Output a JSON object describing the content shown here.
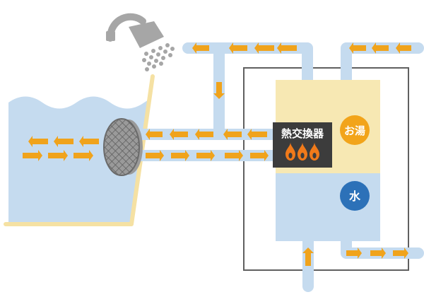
{
  "labels": {
    "heat_exchanger": "熱交換器",
    "hot_water": "お湯",
    "water": "水"
  },
  "colors": {
    "pipe": "#c5dbef",
    "bath_water": "#c5dbef",
    "tank_hot": "#f7e8b3",
    "tank_cold": "#c5dbef",
    "tank_frame": "#606060",
    "arrow": "#f0a31c",
    "heat_exchanger_box": "#3c3c3c",
    "flame": "#f07a1a",
    "hot_badge": "#f2a41a",
    "water_badge": "#2c71b8",
    "bathtub_rim": "#f5e1a3",
    "shower": "#a6a6a6"
  },
  "icons": [
    "shower-icon",
    "filter-icon",
    "flame-icon"
  ]
}
